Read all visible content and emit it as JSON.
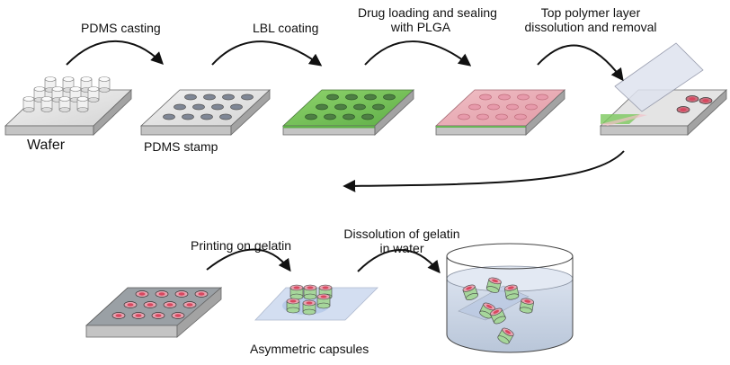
{
  "labels": {
    "pdms_casting": "PDMS casting",
    "lbl_coating": "LBL coating",
    "drug_loading_l1": "Drug loading and sealing",
    "drug_loading_l2": "with PLGA",
    "top_layer_l1": "Top polymer  layer",
    "top_layer_l2": "dissolution and removal",
    "wafer": "Wafer",
    "pdms_stamp": "PDMS stamp",
    "printing": "Printing on gelatin",
    "dissolution_l1": "Dissolution of gelatin",
    "dissolution_l2": "in water",
    "capsules": "Asymmetric capsules"
  },
  "colors": {
    "slab_top": "#e7e7e7",
    "slab_front": "#bdbdbd",
    "slab_side": "#9c9c9c",
    "pillar": "#f1f1f1",
    "well": "#7f8796",
    "lbl_green": "#7cc85e",
    "plga_pink": "#e7a2ae",
    "drug_red": "#d8475f",
    "gelatin": "#c8d6ef",
    "water": "#cfd8e6",
    "capsule_green": "#a6d69b",
    "arrow": "#111111"
  }
}
